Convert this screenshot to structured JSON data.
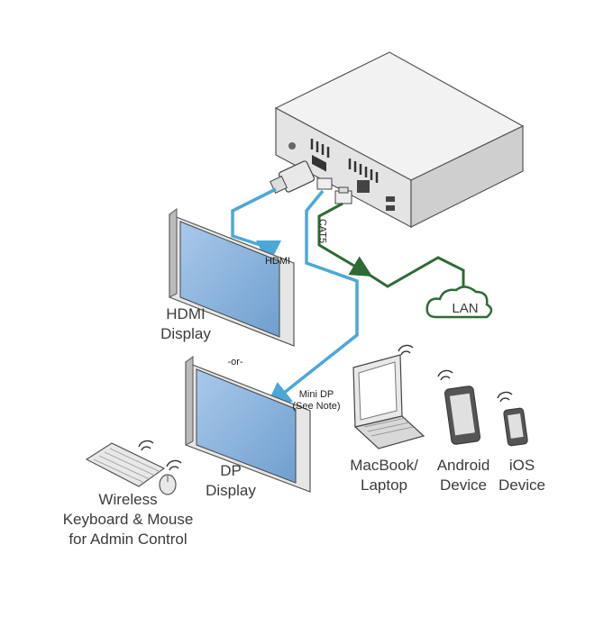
{
  "labels": {
    "cable_hdmi": "HDMI",
    "cable_cat5": "CAT5",
    "cable_minidp": "Mini DP\n(See Note)",
    "lan": "LAN",
    "or": "-or-",
    "hdmi_display": "HDMI\nDisplay",
    "dp_display": "DP\nDisplay",
    "keyboard_mouse": "Wireless\nKeyboard & Mouse\nfor Admin Control",
    "laptop": "MacBook/\nLaptop",
    "android": "Android\nDevice",
    "ios": "iOS\nDevice"
  },
  "colors": {
    "hdmi_cable": "#4aa8d8",
    "cat5_cable": "#2e6b34",
    "display_screen": "#8fb8e0",
    "device_gray": "#d9d9d9",
    "outline": "#555555"
  },
  "icons": [
    "wireless-signal-icon",
    "cloud-icon",
    "hdmi-plug-icon",
    "rj45-plug-icon",
    "minidp-plug-icon"
  ]
}
